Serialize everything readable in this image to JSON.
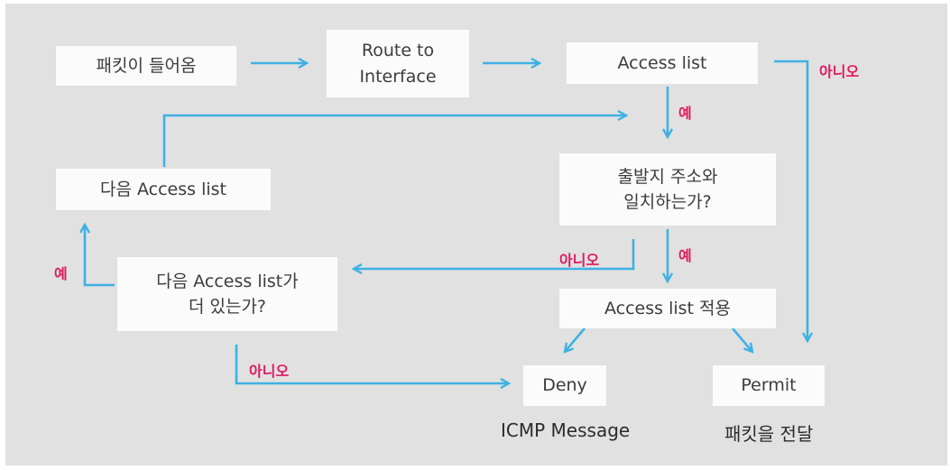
{
  "diagram": {
    "nodes": {
      "packet_in": "패킷이 들어옴",
      "route_line1": "Route to",
      "route_line2": "Interface",
      "access_list": "Access list",
      "next_access_list": "다음 Access list",
      "src_match_line1": "출발지 주소와",
      "src_match_line2": "일치하는가?",
      "more_list_line1": "다음 Access list가",
      "more_list_line2": "더 있는가?",
      "apply_list": "Access list 적용",
      "deny": "Deny",
      "permit": "Permit"
    },
    "captions": {
      "deny": "ICMP Message",
      "permit": "패킷을 전달"
    },
    "edge_labels": {
      "no_right_top": "아니오",
      "yes_access": "예",
      "yes_match": "예",
      "no_match": "아니오",
      "yes_more": "예",
      "no_more": "아니오"
    },
    "colors": {
      "arrow": "#3eb1e3",
      "label": "#e0195e",
      "background": "#e1e1e1",
      "box": "#fbfbfb"
    }
  }
}
